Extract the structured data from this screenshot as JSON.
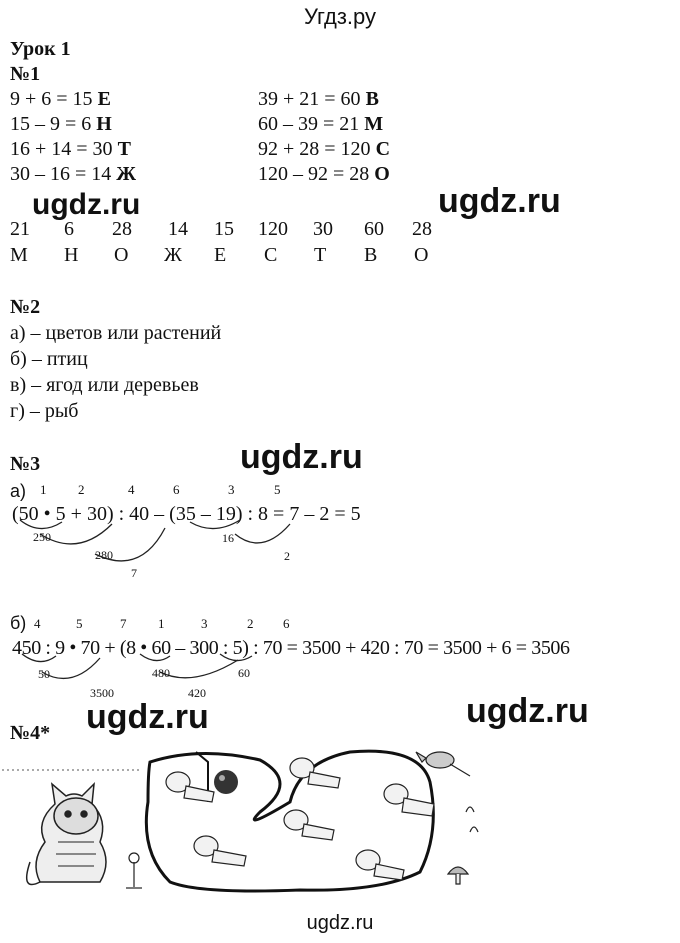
{
  "header": {
    "site_title": "Угдз.ру"
  },
  "lesson_title": "Урок 1",
  "task1": {
    "number": "№1",
    "equations": [
      {
        "expr": "9 + 6 = 15",
        "letter": "Е"
      },
      {
        "expr": "15 – 9 = 6",
        "letter": "Н"
      },
      {
        "expr": "16 + 14 = 30",
        "letter": "Т"
      },
      {
        "expr": "30 – 16 = 14",
        "letter": "Ж"
      },
      {
        "expr": "39 + 21 = 60",
        "letter": "В"
      },
      {
        "expr": "60 – 39 = 21",
        "letter": "М"
      },
      {
        "expr": "92 + 28 = 120",
        "letter": "С"
      },
      {
        "expr": "120 – 92 = 28",
        "letter": "О"
      }
    ],
    "decode_numbers": [
      "21",
      "6",
      "28",
      "14",
      "15",
      "120",
      "30",
      "60",
      "28"
    ],
    "decode_letters": [
      "М",
      "Н",
      "О",
      "Ж",
      "Е",
      "С",
      "Т",
      "В",
      "О"
    ]
  },
  "task2": {
    "number": "№2",
    "answers": [
      "а) – цветов или растений",
      "б) – птиц",
      "в) – ягод или деревьев",
      "г) – рыб"
    ]
  },
  "task3": {
    "number": "№3",
    "part_a": {
      "label": "а)",
      "order": [
        "1",
        "2",
        "4",
        "6",
        "3",
        "5"
      ],
      "expression": "(50 • 5 + 30) : 40 – (35 – 19) : 8 = 7 – 2 = 5",
      "intermediates": [
        "250",
        "280",
        "7",
        "16",
        "2"
      ]
    },
    "part_b": {
      "label": "б)",
      "order": [
        "4",
        "5",
        "7",
        "1",
        "3",
        "2",
        "6"
      ],
      "expression": "450 : 9 • 70 + (8 • 60 – 300 : 5) : 70 = 3500 + 420 : 70 = 3500 + 6 = 3506",
      "intermediates": [
        "50",
        "480",
        "60",
        "3500",
        "420"
      ]
    }
  },
  "task4": {
    "number": "№4*"
  },
  "watermarks": [
    "ugdz.ru",
    "ugdz.ru",
    "ugdz.ru",
    "ugdz.ru",
    "ugdz.ru"
  ],
  "footer": {
    "site_link": "ugdz.ru"
  }
}
